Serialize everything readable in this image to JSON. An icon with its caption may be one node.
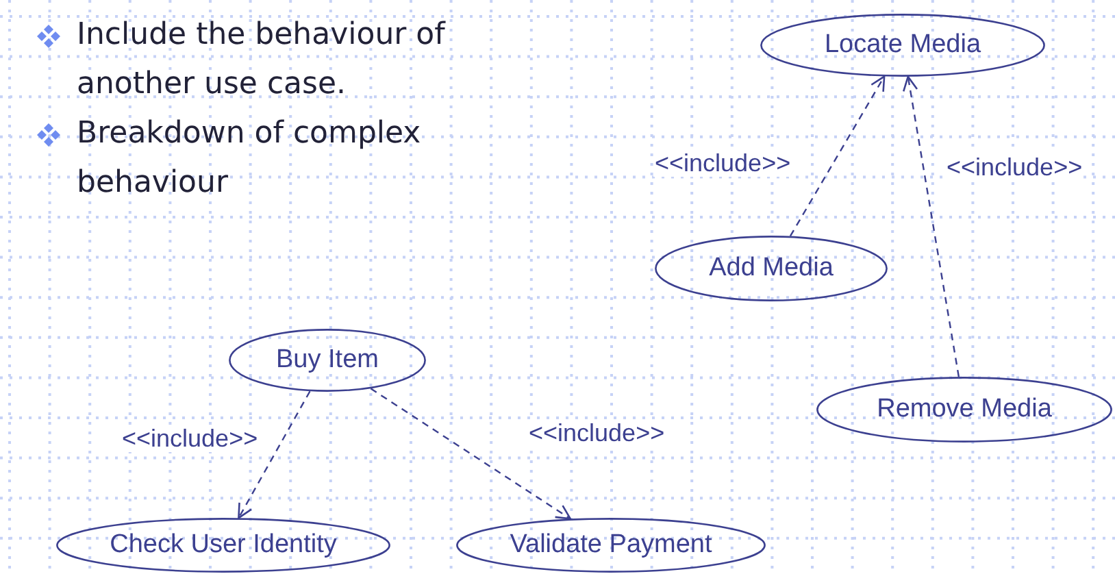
{
  "diagram": {
    "nodes": [
      {
        "text": [
          "Locate Media"
        ]
      },
      {
        "text": [
          "Add Media"
        ]
      },
      {
        "text": [
          "Remove Media"
        ]
      },
      {
        "text": [
          "Buy Item"
        ]
      },
      {
        "text": [
          "Check User Identity"
        ]
      },
      {
        "text": [
          "Validate Payment"
        ]
      }
    ],
    "edges": [
      {
        "from": 1,
        "to": 0,
        "arrow": "to",
        "label": "<<include>>",
        "style": "dashed"
      },
      {
        "from": 2,
        "to": 0,
        "arrow": "to",
        "label": "<<include>>",
        "style": "dashed"
      },
      {
        "from": 3,
        "to": 4,
        "arrow": "to",
        "label": "<<include>>",
        "style": "dashed"
      },
      {
        "from": 3,
        "to": 5,
        "arrow": "to",
        "label": "<<include>>",
        "style": "dashed"
      }
    ],
    "labels": [
      "Include the behaviour  of another use case.",
      "Breakdown of complex behaviour"
    ]
  }
}
